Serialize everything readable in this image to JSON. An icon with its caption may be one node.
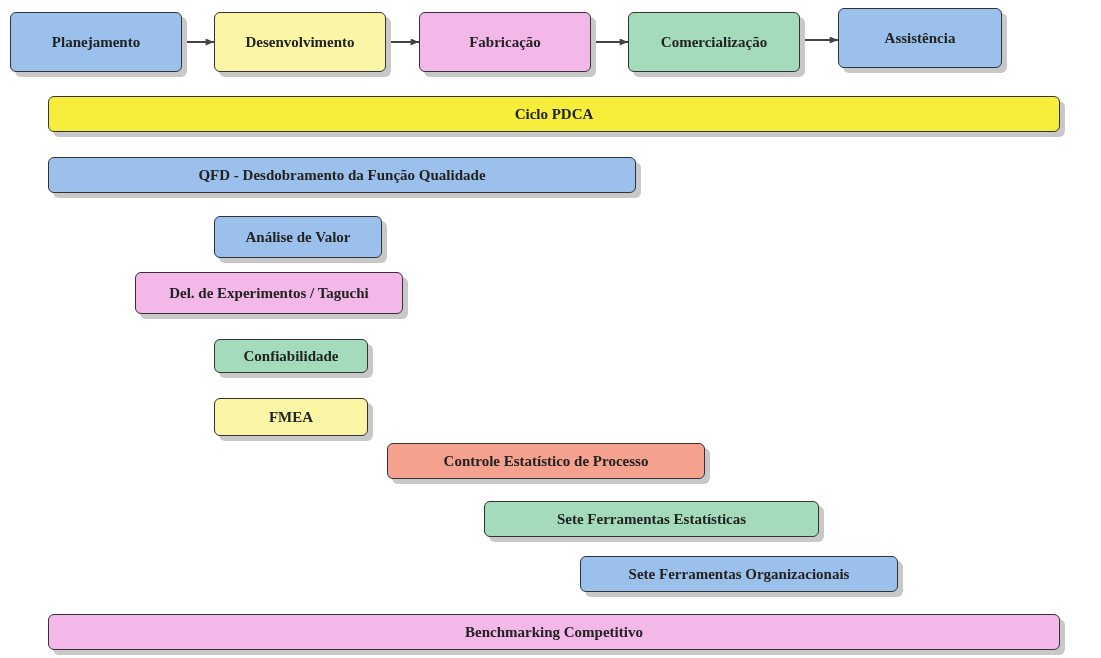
{
  "diagram": {
    "nodes": [
      {
        "text": [
          "Planejamento"
        ]
      },
      {
        "text": [
          "Desenvolvimento"
        ]
      },
      {
        "text": [
          "Fabricação"
        ]
      },
      {
        "text": [
          "Comercialização"
        ]
      },
      {
        "text": [
          "Assistência"
        ]
      },
      {
        "text": [
          "Ciclo PDCA"
        ]
      },
      {
        "text": [
          "QFD - Desdobramento da Função Qualidade"
        ]
      },
      {
        "text": [
          "Análise de Valor"
        ]
      },
      {
        "text": [
          "Del. de Experimentos / Taguchi"
        ]
      },
      {
        "text": [
          "Confiabilidade"
        ]
      },
      {
        "text": [
          "FMEA"
        ]
      },
      {
        "text": [
          "Controle Estatístico de Processo"
        ]
      },
      {
        "text": [
          "Sete Ferramentas Estatísticas"
        ]
      },
      {
        "text": [
          "Sete Ferramentas Organizacionais"
        ]
      },
      {
        "text": [
          "Benchmarking Competitivo"
        ]
      }
    ],
    "edges": [
      {
        "from": 0,
        "to": 1,
        "arrow": "to"
      },
      {
        "from": 1,
        "to": 2,
        "arrow": "to"
      },
      {
        "from": 2,
        "to": 3,
        "arrow": "to"
      },
      {
        "from": 3,
        "to": 4,
        "arrow": "to"
      }
    ]
  }
}
